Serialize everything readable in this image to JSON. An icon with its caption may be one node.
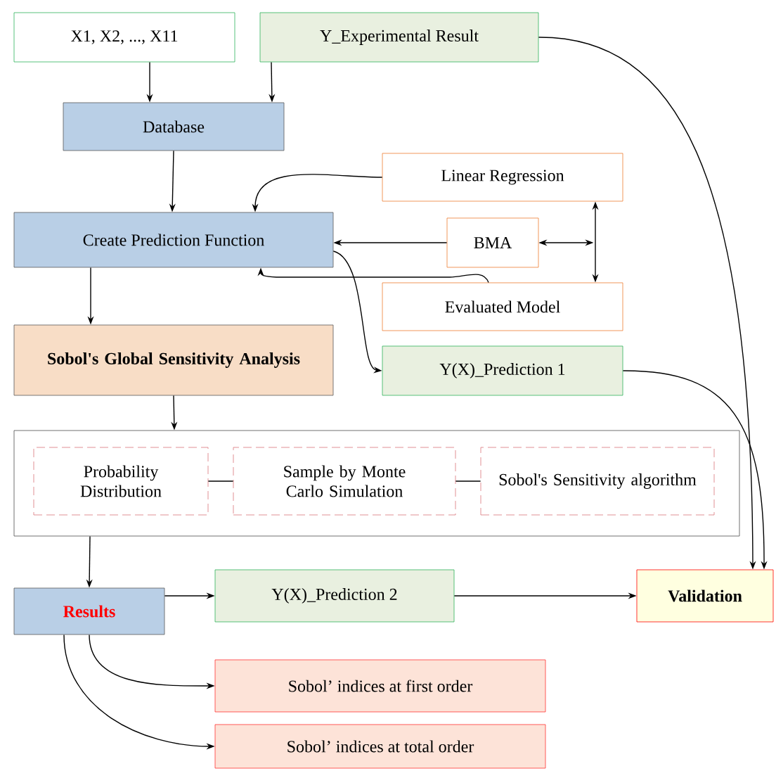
{
  "diagram": {
    "nodes": [
      {
        "text": [
          "X1, X2, ..., X11"
        ]
      },
      {
        "text": [
          "Y_Experimental Result"
        ]
      },
      {
        "text": [
          "Database"
        ]
      },
      {
        "text": [
          "Linear Regression"
        ]
      },
      {
        "text": [
          "Create Prediction Function"
        ]
      },
      {
        "text": [
          "BMA"
        ]
      },
      {
        "text": [
          "Evaluated Model"
        ]
      },
      {
        "text": [
          "Sobol's Global Sensitivity Analysis"
        ]
      },
      {
        "text": [
          "Y(X)_Prediction 1"
        ]
      },
      {
        "text": [],
        "shape": "box"
      },
      {
        "text": [
          "Probability Distribution"
        ],
        "in": 9
      },
      {
        "text": [
          "Sample by Monte Carlo Simulation"
        ],
        "in": 9
      },
      {
        "text": [
          "Sobol's Sensitivity algorithm"
        ],
        "in": 9
      },
      {
        "text": [
          "Results"
        ]
      },
      {
        "text": [
          "Y(X)_Prediction 2"
        ]
      },
      {
        "text": [
          "Validation"
        ]
      },
      {
        "text": [
          "Sobol’ indices at first order"
        ]
      },
      {
        "text": [
          "Sobol’ indices at total order"
        ]
      }
    ],
    "edges": [
      {
        "from": 0,
        "to": 2,
        "arrow": "to"
      },
      {
        "from": 1,
        "to": 2,
        "arrow": "to"
      },
      {
        "from": 2,
        "to": 4,
        "arrow": "to"
      },
      {
        "from": 3,
        "to": 4,
        "arrow": "to"
      },
      {
        "from": 5,
        "to": 4,
        "arrow": "to"
      },
      {
        "from": 3,
        "to": 6,
        "arrow": "both"
      },
      {
        "from": 5,
        "to": null,
        "arrow": "both"
      },
      {
        "from": 6,
        "to": 4,
        "arrow": "to"
      },
      {
        "from": 4,
        "to": 8,
        "arrow": "to"
      },
      {
        "from": 4,
        "to": 7,
        "arrow": "to"
      },
      {
        "from": 7,
        "to": 9,
        "arrow": "to"
      },
      {
        "from": 10,
        "to": 11,
        "arrow": "none"
      },
      {
        "from": 11,
        "to": 12,
        "arrow": "none"
      },
      {
        "from": 9,
        "to": 13,
        "arrow": "to"
      },
      {
        "from": 13,
        "to": 14,
        "arrow": "to"
      },
      {
        "from": 14,
        "to": 15,
        "arrow": "to"
      },
      {
        "from": 1,
        "to": 15,
        "arrow": "to"
      },
      {
        "from": 8,
        "to": 15,
        "arrow": "to"
      },
      {
        "from": 13,
        "to": 16,
        "arrow": "to"
      },
      {
        "from": 13,
        "to": 17,
        "arrow": "to"
      }
    ]
  }
}
